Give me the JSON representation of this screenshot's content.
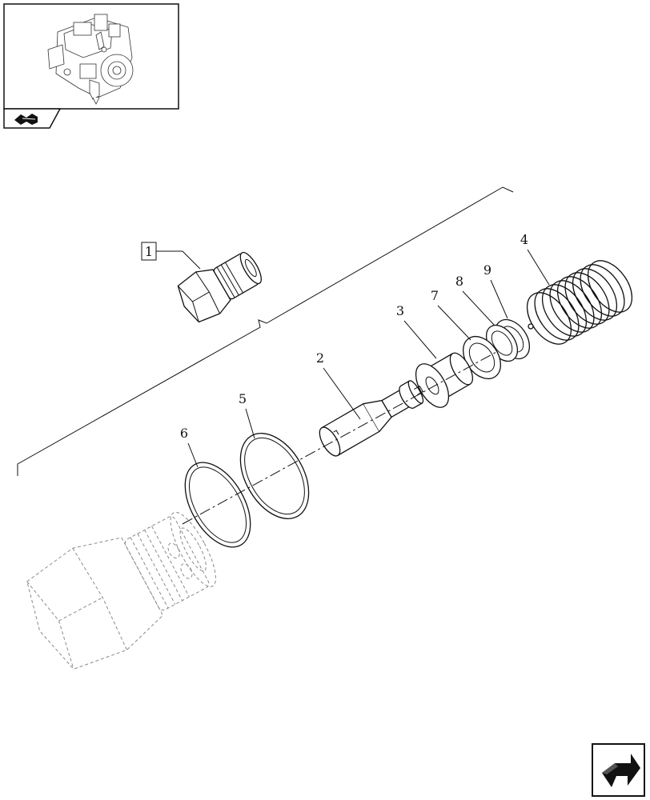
{
  "diagram": {
    "callouts": [
      {
        "id": "c1",
        "label": "1",
        "boxed": true
      },
      {
        "id": "c2",
        "label": "2",
        "boxed": false
      },
      {
        "id": "c3",
        "label": "3",
        "boxed": false
      },
      {
        "id": "c4",
        "label": "4",
        "boxed": false
      },
      {
        "id": "c5",
        "label": "5",
        "boxed": false
      },
      {
        "id": "c6",
        "label": "6",
        "boxed": false
      },
      {
        "id": "c7",
        "label": "7",
        "boxed": false
      },
      {
        "id": "c8",
        "label": "8",
        "boxed": false
      },
      {
        "id": "c9",
        "label": "9",
        "boxed": false
      }
    ]
  },
  "icons": {
    "thumbnail": "pump-assembly-thumbnail",
    "section_tab": "book-section-icon",
    "next_page": "next-page-arrow-icon"
  }
}
